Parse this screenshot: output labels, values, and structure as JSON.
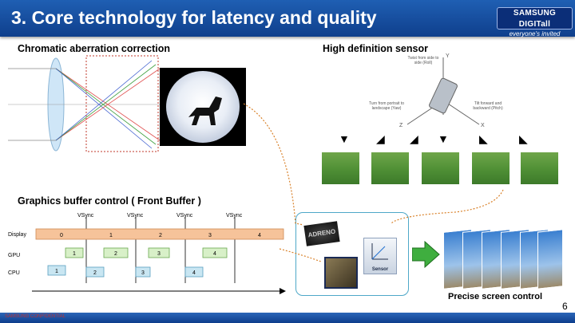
{
  "header": {
    "title": "3. Core technology for latency and quality",
    "logo_line1": "SAMSUNG DIGITall",
    "logo_line2": "everyone's invited"
  },
  "sections": {
    "chromatic": "Chromatic aberration correction",
    "sensor": "High definition sensor",
    "buffer": "Graphics buffer control ( Front Buffer )",
    "screen": "Precise screen control"
  },
  "sensor_diagram": {
    "roll": "Twist from side to side (Roll)",
    "yaw": "Turn from portrait to landscape (Yaw)",
    "pitch": "Tilt forward and backward (Pitch)",
    "axis_y": "Y",
    "axis_z": "Z",
    "axis_x": "X"
  },
  "buffer_diagram": {
    "vsync_labels": [
      "VSync",
      "VSync",
      "VSync",
      "VSync"
    ],
    "row_labels": [
      "Display",
      "GPU",
      "CPU"
    ],
    "display_frames": [
      "0",
      "1",
      "2",
      "3",
      "4"
    ],
    "gpu_frames": [
      "1",
      "2",
      "3",
      "4"
    ],
    "cpu_frames": [
      "1",
      "2",
      "3",
      "4"
    ]
  },
  "center_box": {
    "gpu_chip_label": "ADRENO",
    "sensor_label": "Sensor"
  },
  "footer": {
    "page_number": "6",
    "confidential": "SAMSUNG CONFIDENTIAL"
  },
  "colors": {
    "header": "#1f5fb3",
    "display_bar": "#f6c39a",
    "gpu_box": "#d8f0c8",
    "cpu_box": "#c9e6f2",
    "accent_arrow": "#d9822b",
    "teal_border": "#4ea8c8"
  }
}
